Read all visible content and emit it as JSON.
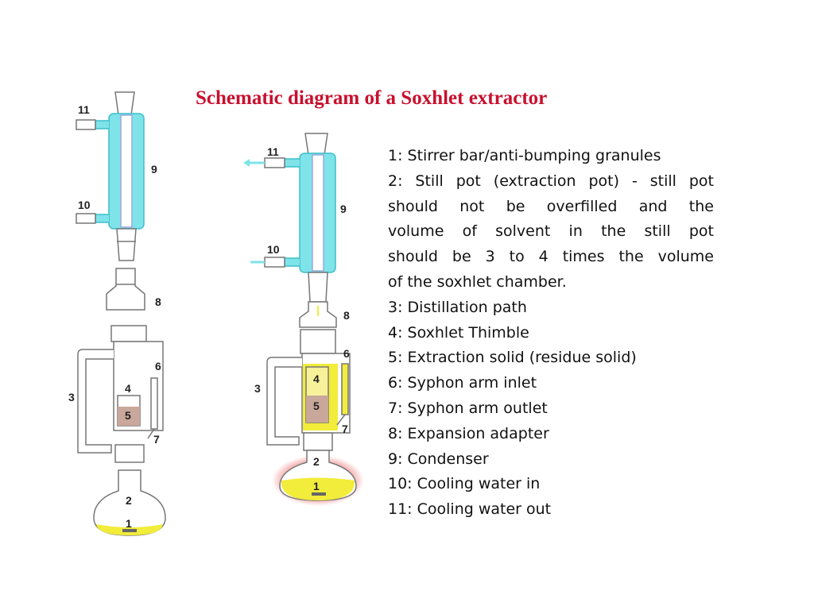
{
  "title": "Schematic diagram of a Soxhlet extractor",
  "labels": [
    "1",
    "2",
    "3",
    "4",
    "5",
    "6",
    "7",
    "8",
    "9",
    "10",
    "11"
  ],
  "legend": [
    "1: Stirrer bar/anti-bumping granules",
    "2: Still pot (extraction pot) - still pot",
    "should not be overfilled and the",
    "volume of solvent in the still pot",
    "should be 3 to 4 times the volume",
    "of the soxhlet chamber.",
    "3: Distillation path",
    "4: Soxhlet Thimble",
    "5: Extraction solid (residue solid)",
    "6: Syphon arm inlet",
    "7: Syphon arm outlet",
    "8: Expansion adapter",
    "9: Condenser",
    "10: Cooling water in",
    "11: Cooling water out"
  ],
  "colors": {
    "title": "#c8102e",
    "water": "#7fe3ea",
    "solvent": "#f2ec3a",
    "solid": "#c9a79a",
    "glow": "#e8494a"
  }
}
